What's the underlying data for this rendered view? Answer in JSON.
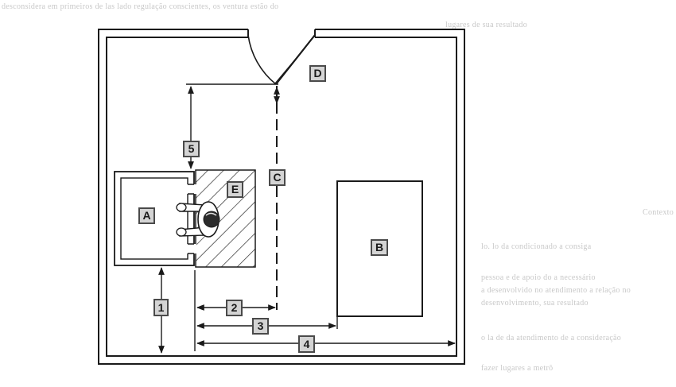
{
  "header_text": {
    "line1": "desconsidera em primeiros de las lado regulação conscientes, os ventura estão do",
    "line2": "lugares de sua resultado"
  },
  "side_notes": [
    "Contexto",
    "lo. lo da condicionado a consiga",
    "pessoa e de apoio do a necessário",
    "a desenvolvido no atendimento a relação no",
    "desenvolvimento, sua resultado",
    "o la de da atendimento de a consideração",
    "fazer lugares a metrô"
  ],
  "labels": {
    "A": "A",
    "B": "B",
    "C": "C",
    "D": "D",
    "E": "E",
    "d1": "1",
    "d2": "2",
    "d3": "3",
    "d4": "4",
    "d5": "5"
  },
  "colors": {
    "line": "#1a1a1a",
    "label_box": "#4a4a4a",
    "label_face": "#d4d4d4",
    "faint_text": "#c8c8c8"
  }
}
